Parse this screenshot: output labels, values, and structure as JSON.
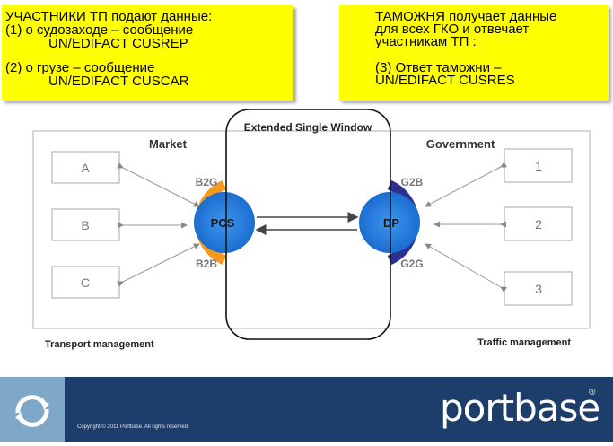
{
  "notes": {
    "left": {
      "l1": "УЧАСТНИКИ ТП   подают данные:",
      "l2": "(1)   о судозаходе – сообщение",
      "l3": "UN/EDIFACT CUSREP",
      "l4": "(2)   о грузе – сообщение",
      "l5": "UN/EDIFACT CUSCAR"
    },
    "right": {
      "l1": "ТАМОЖНЯ получает данные",
      "l2": "для всех ГКО и отвечает",
      "l3": "участникам  ТП :",
      "l4": "(3) Ответ таможни –",
      "l5": "UN/EDIFACT CUSRES"
    }
  },
  "diagram": {
    "window_title": "Extended Single Window",
    "market_label": "Market",
    "government_label": "Government",
    "market_nodes": [
      "A",
      "B",
      "C"
    ],
    "government_nodes": [
      "1",
      "2",
      "3"
    ],
    "b2g": "B2G",
    "b2b": "B2B",
    "g2b": "G2B",
    "g2g": "G2G",
    "pcs": "PCS",
    "dp": "DP",
    "transport_management": "Transport management",
    "traffic_management": "Traffic management",
    "colors": {
      "pcs_fill": "#1a7be0",
      "dp_fill": "#1a7be0",
      "market_arc": "#f59a1c",
      "gov_arc": "#2b2f8f",
      "note_bg": "#ffff00"
    }
  },
  "footer": {
    "copyright": "Copyright © 2011  Portbase.  All rights reserved.",
    "logo": "portbase",
    "reg": "®",
    "icon": "portbase-circle-arrows-icon"
  }
}
